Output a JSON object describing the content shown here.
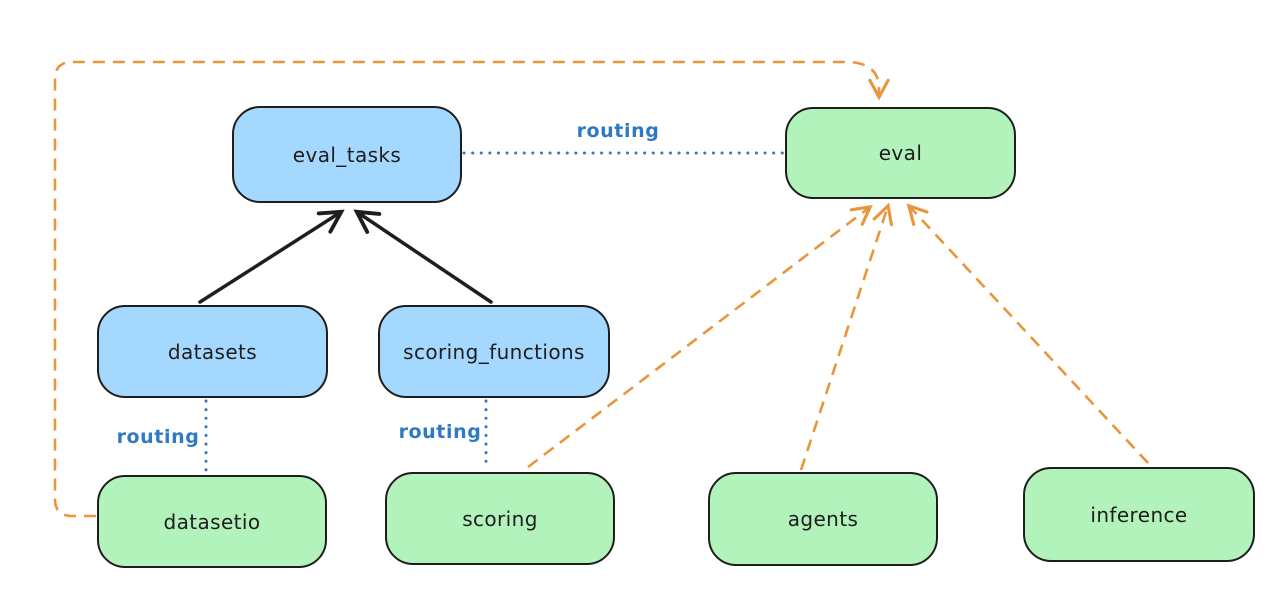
{
  "nodes": {
    "eval_tasks": {
      "label": "eval_tasks",
      "kind": "resource"
    },
    "eval": {
      "label": "eval",
      "kind": "provider-api"
    },
    "datasets": {
      "label": "datasets",
      "kind": "resource"
    },
    "scoring_functions": {
      "label": "scoring_functions",
      "kind": "resource"
    },
    "datasetio": {
      "label": "datasetio",
      "kind": "provider-api"
    },
    "scoring": {
      "label": "scoring",
      "kind": "provider-api"
    },
    "agents": {
      "label": "agents",
      "kind": "provider-api"
    },
    "inference": {
      "label": "inference",
      "kind": "provider-api"
    }
  },
  "edge_labels": {
    "routing_top": "routing",
    "routing_left": "routing",
    "routing_mid": "routing"
  },
  "edges": [
    {
      "from": "datasets",
      "to": "eval_tasks",
      "style": "solid-arrow",
      "color": "black"
    },
    {
      "from": "scoring_functions",
      "to": "eval_tasks",
      "style": "solid-arrow",
      "color": "black"
    },
    {
      "from": "eval_tasks",
      "to": "eval",
      "style": "dotted",
      "color": "blue",
      "label": "routing"
    },
    {
      "from": "datasets",
      "to": "datasetio",
      "style": "dotted",
      "color": "blue",
      "label": "routing"
    },
    {
      "from": "scoring_functions",
      "to": "scoring",
      "style": "dotted",
      "color": "blue",
      "label": "routing"
    },
    {
      "from": "datasetio",
      "to": "eval",
      "style": "dashed-arrow",
      "color": "orange"
    },
    {
      "from": "scoring",
      "to": "eval",
      "style": "dashed-arrow",
      "color": "orange"
    },
    {
      "from": "agents",
      "to": "eval",
      "style": "dashed-arrow",
      "color": "orange"
    },
    {
      "from": "inference",
      "to": "eval",
      "style": "dashed-arrow",
      "color": "orange"
    }
  ],
  "colors": {
    "resource_fill": "#a5d8ff",
    "provider_fill": "#b2f2bb",
    "stroke": "#1e1e1e",
    "routing_blue": "#2f7ac2",
    "orange": "#e8963c",
    "background": "#ffffff"
  }
}
